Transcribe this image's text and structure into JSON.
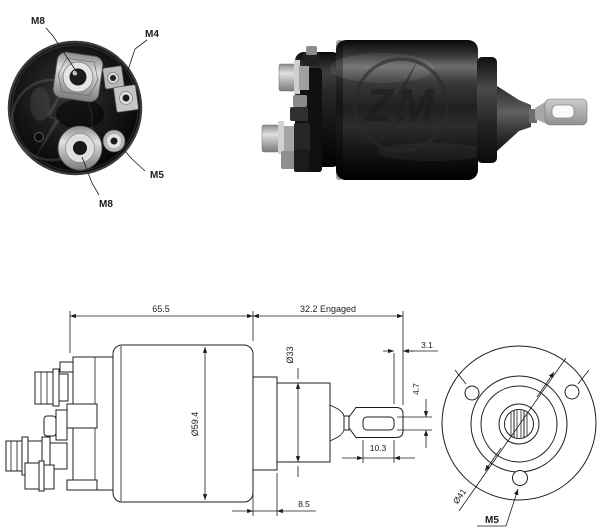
{
  "product_views": {
    "rear_terminal_view": {
      "description": "rear cap photo with terminal thread callouts",
      "terminal_labels": {
        "m8_top": "M8",
        "m4": "M4",
        "m5": "M5",
        "m8_bottom": "M8"
      }
    },
    "photo": {
      "watermark": "ZM"
    },
    "side_view": {
      "dimensions": {
        "body_length": "65.5",
        "plunger_engaged": "32.2 Engaged",
        "body_diameter": "Ø59.4",
        "front_diameter": "Ø33",
        "fork_tip": "3.1",
        "slot_height": "4.7",
        "slot_length": "10.3",
        "flange_step": "8.5"
      }
    },
    "front_view": {
      "dimensions": {
        "bolt_circle": "Ø41",
        "mount_thread": "M5"
      }
    }
  },
  "colors": {
    "drawing_ink": "#1c1c1c",
    "body_black": "#111111",
    "metal_grey": "#b7b7b7",
    "background": "#ffffff"
  }
}
